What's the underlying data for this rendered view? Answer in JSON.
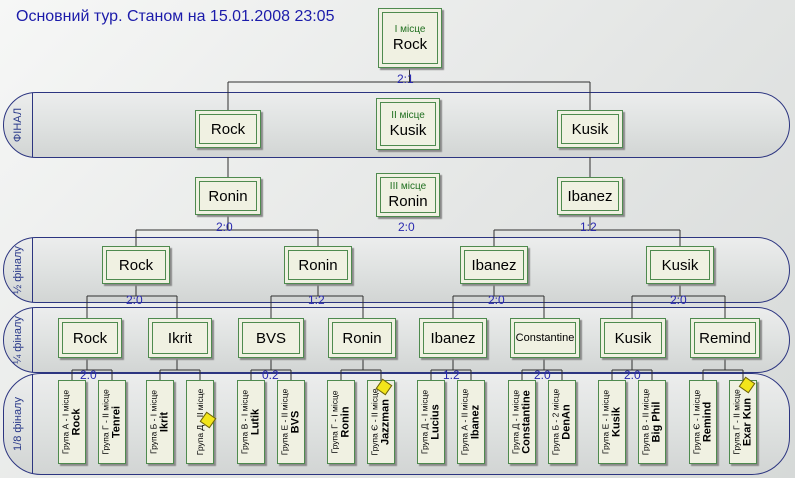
{
  "title": "Основний тур. Станом на 15.01.2008 23:05",
  "bands": [
    "ФІНАЛ",
    "½ фіналу",
    "¼ фіналу",
    "1/8 фіналу"
  ],
  "places": {
    "first": {
      "label": "І місце",
      "name": "Rock"
    },
    "second": {
      "label": "ІІ місце",
      "name": "Kusik"
    },
    "third": {
      "label": "ІІІ місце",
      "name": "Ronin"
    }
  },
  "final": {
    "left": "Rock",
    "right": "Kusik",
    "score": "2:1"
  },
  "third_match": {
    "left": "Ronin",
    "right": "Ibanez",
    "score": "2:0"
  },
  "semis": {
    "scores": [
      "2:0",
      "1:2"
    ],
    "teams": [
      "Rock",
      "Ronin",
      "Ibanez",
      "Kusik"
    ],
    "scores2": [
      "2:0",
      "1:2",
      "2:0",
      "2:0"
    ]
  },
  "quarters": {
    "teams": [
      "Rock",
      "Ikrit",
      "BVS",
      "Ronin",
      "Ibanez",
      "Constantine",
      "Kusik",
      "Remind"
    ],
    "scores": [
      "2:0",
      "0:2",
      "1:2",
      "2:0",
      "2:0"
    ]
  },
  "eighths": [
    {
      "group": "Група А - І місце",
      "name": "Rock"
    },
    {
      "group": "Група Г - ІІ місце",
      "name": "Tenrei"
    },
    {
      "group": "Група Б - І місце",
      "name": "Ikrit"
    },
    {
      "group": "Група Д - ІІ місце",
      "name": ""
    },
    {
      "group": "Група В - І місце",
      "name": "Lutik"
    },
    {
      "group": "Група Е - ІІ місце",
      "name": "BVS"
    },
    {
      "group": "Група Г - І місце",
      "name": "Ronin"
    },
    {
      "group": "Група Є - ІІ місце",
      "name": "Jazzman"
    },
    {
      "group": "Група Д - І місце",
      "name": "Lucius"
    },
    {
      "group": "Група А - ІІ місце",
      "name": "Ibanez"
    },
    {
      "group": "Група Д - І місце",
      "name": "Constantine"
    },
    {
      "group": "Група Б - 2 місце",
      "name": "DenAn"
    },
    {
      "group": "Група Е - І місце",
      "name": "Kusik"
    },
    {
      "group": "Група В - ІІ місце",
      "name": "Big Phil"
    },
    {
      "group": "Група Є - І місце",
      "name": "Remind"
    },
    {
      "group": "Група Г - ІІ місце",
      "name": "Exar Kun"
    }
  ],
  "colors": {
    "score": "#2a2ab0",
    "border": "#4e8a4e",
    "band_border": "#2c3580",
    "flag": "#f2e51a"
  }
}
